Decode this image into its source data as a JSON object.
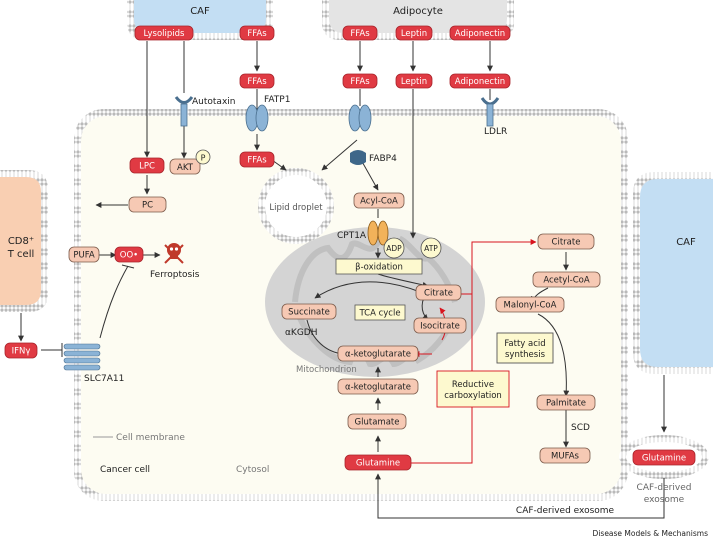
{
  "cells": {
    "caf_top": "CAF",
    "adipocyte": "Adipocyte",
    "cd8": [
      "CD8⁺",
      "T cell"
    ],
    "caf_right": "CAF"
  },
  "nodes": {
    "lysolipids": "Lysolipids",
    "ffas_caf": "FFAs",
    "ffas_adipo": "FFAs",
    "leptin_adipo": "Leptin",
    "adiponectin_adipo": "Adiponectin",
    "ffas_ext_a": "FFAs",
    "ffas_ext_b": "FFAs",
    "leptin_ext": "Leptin",
    "adiponectin_ext": "Adiponectin",
    "lpc": "LPC",
    "akt": "AKT",
    "p": "P",
    "ffas_in": "FFAs",
    "pc": "PC",
    "pufa": "PUFA",
    "oo": "OO•",
    "ifn": "IFNγ",
    "acyl_coa": "Acyl-CoA",
    "adp": "ADP",
    "atp": "ATP",
    "beta_ox": "β-oxidation",
    "citrate_mito": "Citrate",
    "succinate": "Succinate",
    "tca": "TCA cycle",
    "isocitrate": "Isocitrate",
    "akg_1": "α-ketoglutarate",
    "akg_2": "α-ketoglutarate",
    "glutamate": "Glutamate",
    "glutamine": "Glutamine",
    "citrate_cyto": "Citrate",
    "acetyl_coa": "Acetyl-CoA",
    "malonyl_coa": "Malonyl-CoA",
    "fas": [
      "Fatty acid",
      "synthesis"
    ],
    "palmitate": "Palmitate",
    "mufas": "MUFAs",
    "reductive": [
      "Reductive",
      "carboxylation"
    ],
    "glutamine_exo": "Glutamine"
  },
  "labels": {
    "autotaxin": "Autotaxin",
    "fatp1": "FATP1",
    "fabp4": "FABP4",
    "ldlr": "LDLR",
    "cpt1a": "CPT1A",
    "akgdh": "αKGDH",
    "scd": "SCD",
    "slc7a11": "SLC7A11",
    "ferroptosis": "Ferroptosis",
    "lipid_droplet": "Lipid droplet",
    "mitochondrion": "Mitochondrion",
    "cell_membrane": "Cell membrane",
    "cancer_cell": "Cancer cell",
    "cytosol": "Cytosol",
    "caf_exosome_label": [
      "CAF-derived",
      "exosome"
    ],
    "caf_exosome_arrow": "CAF-derived exosome",
    "credit": "Disease Models & Mechanisms"
  },
  "colors": {
    "red_node": "#e03a43",
    "pink_node": "#f6c9b4",
    "yellow_node": "#fdf9cf",
    "membrane": "#c8c8c8",
    "cell_fill": "#fdfcf2",
    "caf_blue": "#c3def3",
    "adipocyte_gray": "#e4e4e4",
    "tcell_peach": "#f9cfb2",
    "red_arrow": "#d8141e"
  }
}
